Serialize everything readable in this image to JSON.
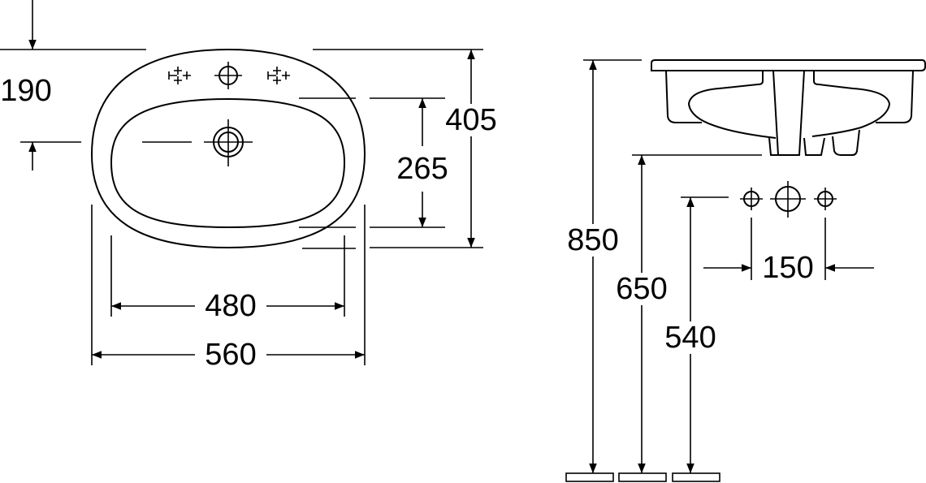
{
  "top_view": {
    "dim_tap_offset": "190",
    "dim_total_depth": "405",
    "dim_basin_depth": "265",
    "dim_basin_width": "480",
    "dim_total_width": "560"
  },
  "side_view": {
    "dim_rim_height": "850",
    "dim_underside_height": "650",
    "dim_supply_height": "540",
    "dim_supply_spacing": "150"
  }
}
